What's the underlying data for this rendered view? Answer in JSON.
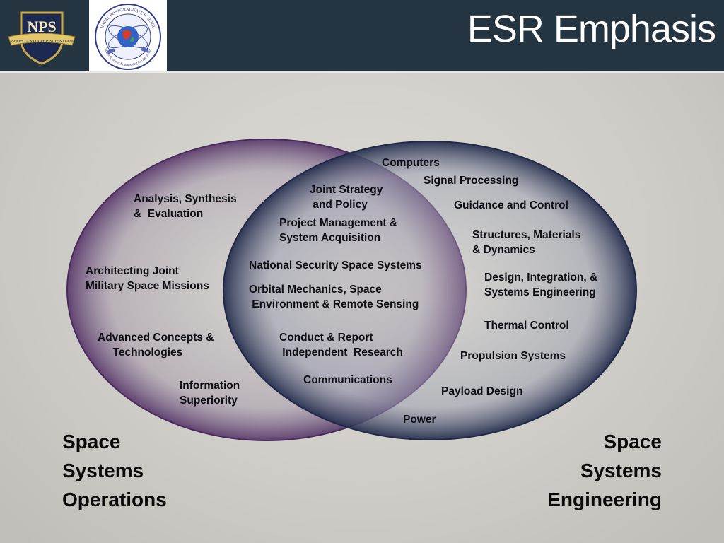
{
  "header": {
    "title": "ESR Emphasis",
    "logo_text": "NPS",
    "motto": "PRAESTANTIA PER SCIENTIAM",
    "seal_top_text": "NAVAL POSTGRADUATE SCHOOL",
    "seal_bottom_text": "Space Systems Engineering & Operations"
  },
  "left_set": {
    "label_lines": [
      "Space",
      "Systems",
      "Operations"
    ]
  },
  "right_set": {
    "label_lines": [
      "Space",
      "Systems",
      "Engineering"
    ]
  },
  "left_only": {
    "analysis": "Analysis, Synthesis\n&  Evaluation",
    "architecting": "Architecting Joint\nMilitary Space Missions",
    "advanced": "Advanced Concepts &\n     Technologies",
    "information": "Information\nSuperiority"
  },
  "overlap": {
    "joint_strategy": "Joint Strategy\n and Policy",
    "project_mgmt": "Project Management &\nSystem Acquisition",
    "national_security": "National Security Space Systems",
    "orbital_mechanics": "Orbital Mechanics, Space\n Environment & Remote Sensing",
    "conduct_research": "Conduct & Report\n Independent  Research",
    "communications": "Communications"
  },
  "right_only": {
    "computers": "Computers",
    "signal_processing": "Signal Processing",
    "guidance": "Guidance and Control",
    "structures": "Structures, Materials\n& Dynamics",
    "design_integration": "Design, Integration, &\nSystems Engineering",
    "thermal": "Thermal Control",
    "propulsion": "Propulsion Systems",
    "payload": "Payload Design",
    "power": "Power"
  },
  "colors": {
    "header_bg": "#253441",
    "left_circle_edge": "#5a2f6e",
    "right_circle_edge": "#1f2a4e"
  }
}
